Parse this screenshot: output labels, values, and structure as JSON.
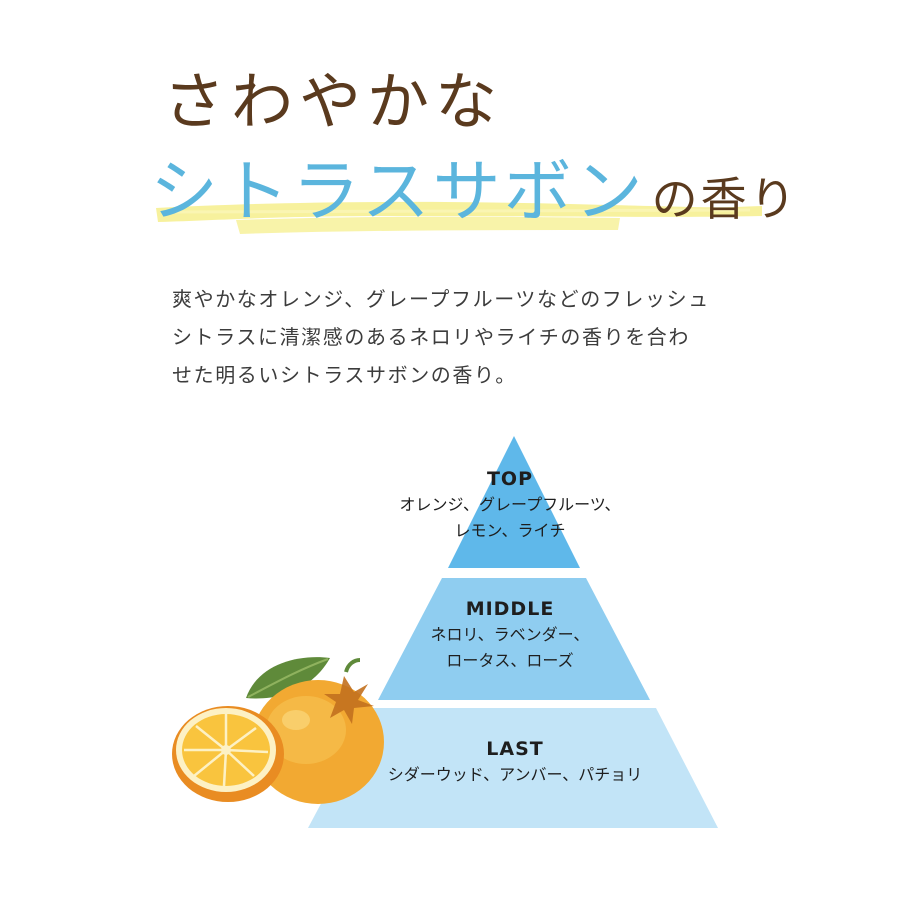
{
  "headline": {
    "line1": "さわやかな",
    "line2_accent": "シトラスサボン",
    "line2_suffix": "の香り"
  },
  "description": {
    "lines": [
      "爽やかなオレンジ、グレープフルーツなどのフレッシュ",
      "シトラスに清潔感のあるネロリやライチの香りを合わ",
      "せた明るいシトラスサボンの香り。"
    ]
  },
  "pyramid": {
    "top": {
      "title": "TOP",
      "notes": [
        "オレンジ、グレープフルーツ、",
        "レモン、ライチ"
      ]
    },
    "middle": {
      "title": "MIDDLE",
      "notes": [
        "ネロリ、ラベンダー、",
        "ロータス、ローズ"
      ]
    },
    "last": {
      "title": "LAST",
      "notes": [
        "シダーウッド、アンバー、パチョリ"
      ]
    }
  },
  "colors": {
    "headline_brown": "#5a3a1e",
    "headline_blue": "#5bb5dd",
    "highlight_yellow": "#f6ef8c",
    "tier_top": "#5fb8ea",
    "tier_middle": "#8fcdf0",
    "tier_last": "#c2e4f7"
  },
  "illustration": {
    "icon": "orange-illustration-icon"
  }
}
